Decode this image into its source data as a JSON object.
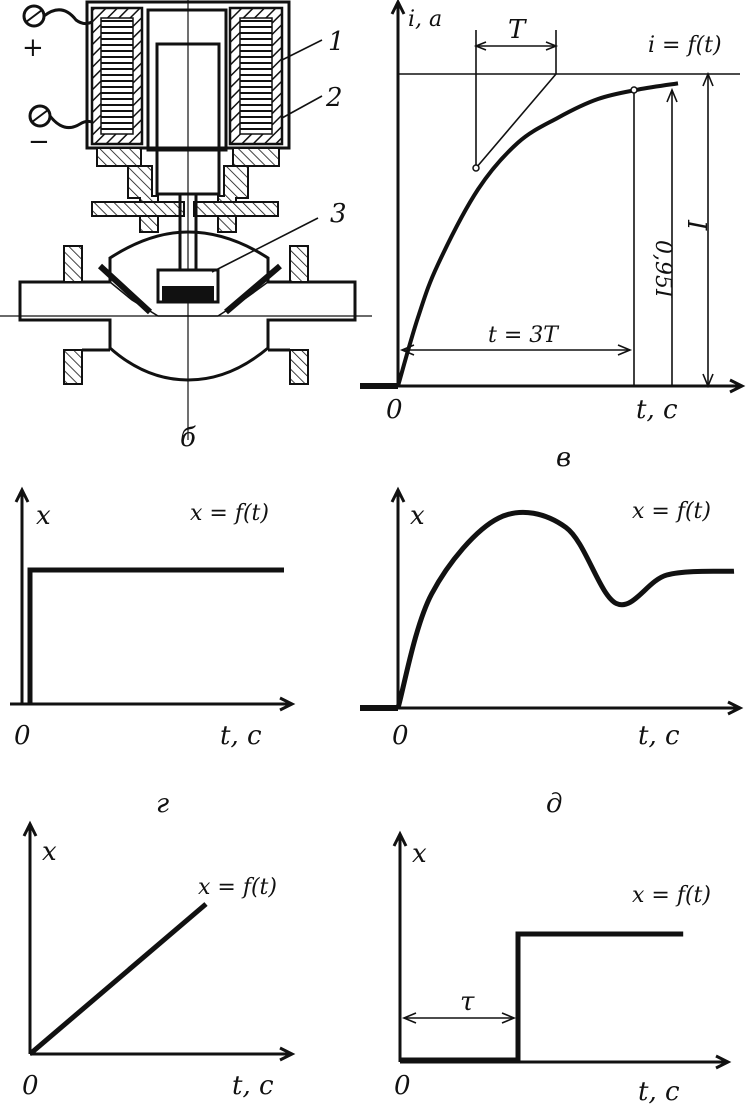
{
  "diagram_b": {
    "caption": "б",
    "terminal_plus": "+",
    "terminal_minus": "−",
    "callouts": [
      "1",
      "2",
      "3"
    ]
  },
  "graph_v": {
    "caption": "в",
    "y_label": "i, a",
    "x_label": "t, c",
    "origin": "0",
    "curve_label": "i = f(t)",
    "T_label": "T",
    "t_dim_label": "t = 3T",
    "level_095": "0,95I",
    "level_full": "I"
  },
  "graph_g": {
    "caption": "г",
    "y_label": "x",
    "x_label": "t, c",
    "origin": "0",
    "curve_label": "x = f(t)"
  },
  "graph_d": {
    "caption": "д",
    "y_label": "x",
    "x_label": "t, c",
    "origin": "0",
    "curve_label": "x = f(t)"
  },
  "graph_e": {
    "y_label": "x",
    "x_label": "t, c",
    "origin": "0",
    "curve_label": "x = f(t)"
  },
  "graph_zh": {
    "y_label": "x",
    "x_label": "t, c",
    "origin": "0",
    "curve_label": "x = f(t)",
    "tau_label": "τ"
  },
  "chart_data": [
    {
      "type": "line",
      "xlabel": "t, c",
      "ylabel": "i, a",
      "curve_label": "i = f(t)",
      "annotations": [
        "T",
        "t = 3T",
        "0,95I",
        "I"
      ],
      "x": [
        0,
        0.25,
        0.5,
        1,
        1.5,
        2,
        2.5,
        3,
        3.5
      ],
      "values": [
        0,
        0.22,
        0.39,
        0.63,
        0.78,
        0.86,
        0.92,
        0.95,
        0.97
      ]
    },
    {
      "type": "line",
      "xlabel": "t, c",
      "ylabel": "x",
      "curve_label": "x = f(t)",
      "x": [
        0,
        0,
        1
      ],
      "values": [
        0,
        1,
        1
      ]
    },
    {
      "type": "line",
      "xlabel": "t, c",
      "ylabel": "x",
      "curve_label": "x = f(t)",
      "x": [
        0,
        0.1,
        0.3,
        0.5,
        0.65,
        0.8,
        1.0
      ],
      "values": [
        0,
        0.6,
        1.0,
        0.95,
        0.55,
        0.7,
        0.72
      ]
    },
    {
      "type": "line",
      "xlabel": "t, c",
      "ylabel": "x",
      "curve_label": "x = f(t)",
      "x": [
        0,
        1
      ],
      "values": [
        0,
        1
      ]
    },
    {
      "type": "line",
      "xlabel": "t, c",
      "ylabel": "x",
      "curve_label": "x = f(t)",
      "annotations": [
        "τ"
      ],
      "x": [
        0,
        1,
        1,
        2.4
      ],
      "values": [
        0,
        0,
        1,
        1
      ]
    }
  ]
}
